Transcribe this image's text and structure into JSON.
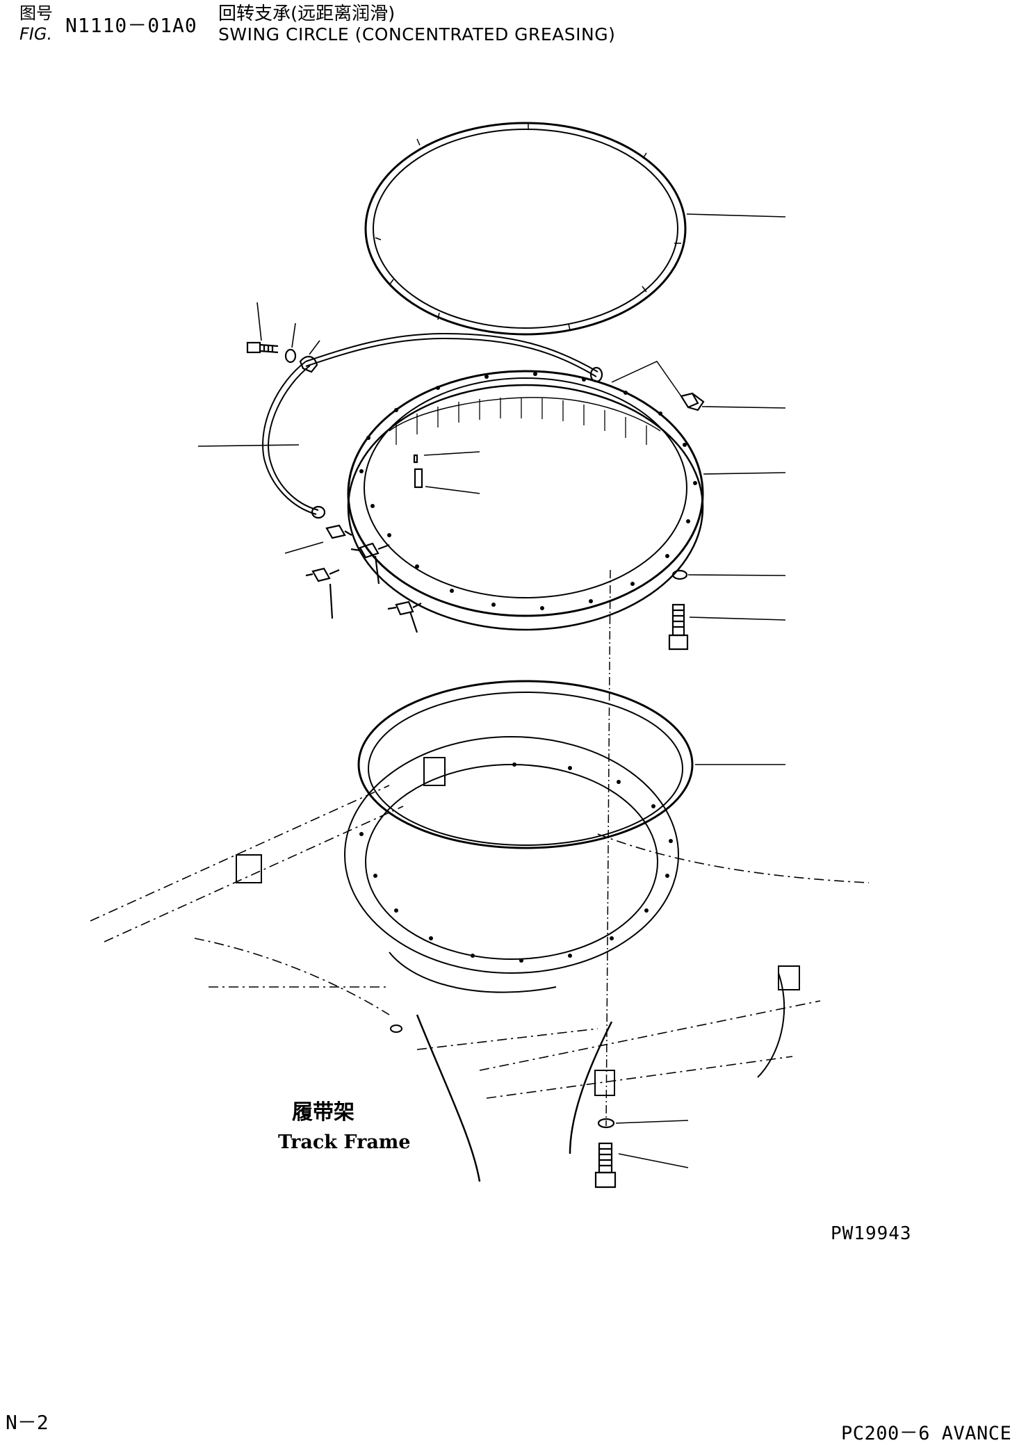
{
  "header": {
    "fig_label_cn": "图号",
    "fig_label_en": "FIG.",
    "fig_number": "N1110－01A0",
    "title_cn": "回转支承(远距离润滑)",
    "title_en": "SWING CIRCLE (CONCENTRATED GREASING)"
  },
  "diagram": {
    "track_frame_cn": "履带架",
    "track_frame_en": "Track Frame"
  },
  "footer": {
    "drawing_ref": "PW19943",
    "page_number": "N－2",
    "model": "PC200－6 AVANCE"
  }
}
